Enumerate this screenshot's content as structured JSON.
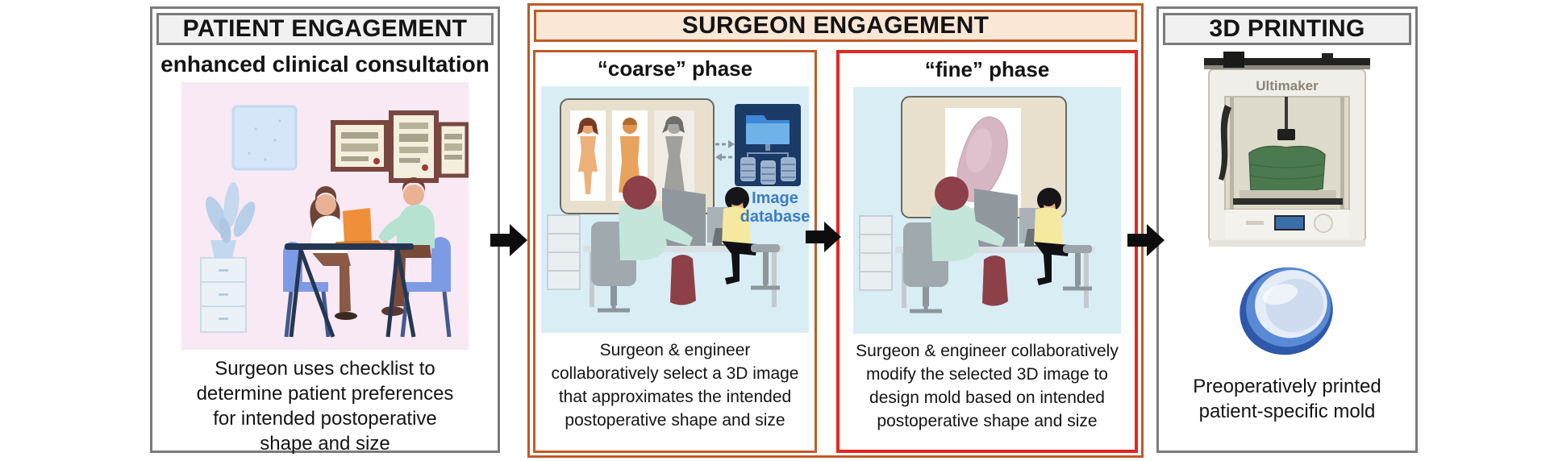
{
  "panels": {
    "patient": {
      "header": "PATIENT ENGAGEMENT",
      "subtitle": "enhanced clinical consultation",
      "caption": "Surgeon uses checklist to determine patient preferences for intended postoperative shape and size"
    },
    "surgeon": {
      "header": "SURGEON ENGAGEMENT",
      "coarse": {
        "title": "“coarse” phase",
        "database_label": "Image database",
        "caption": "Surgeon & engineer collaboratively select a 3D image that approximates the intended postoperative shape and size"
      },
      "fine": {
        "title": "“fine” phase",
        "caption": "Surgeon & engineer collaboratively modify the selected 3D image to design mold based on intended postoperative shape and size"
      }
    },
    "printing": {
      "header": "3D PRINTING",
      "printer_brand": "Ultimaker",
      "caption": "Preoperatively printed patient-specific mold"
    }
  },
  "colors": {
    "border-gray": "#7b7b7b",
    "header-gray-bg": "#f1f1f1",
    "border-orange": "#c05a28",
    "header-orange-bg": "#fbe7d6",
    "border-red": "#e52620",
    "scene-pink": "#f8e9f4",
    "scene-blue": "#d9edf4",
    "database-blue": "#1b3a66",
    "label-blue": "#3b7ec0",
    "arrow-black": "#0d0d0d",
    "text-black": "#141414"
  }
}
